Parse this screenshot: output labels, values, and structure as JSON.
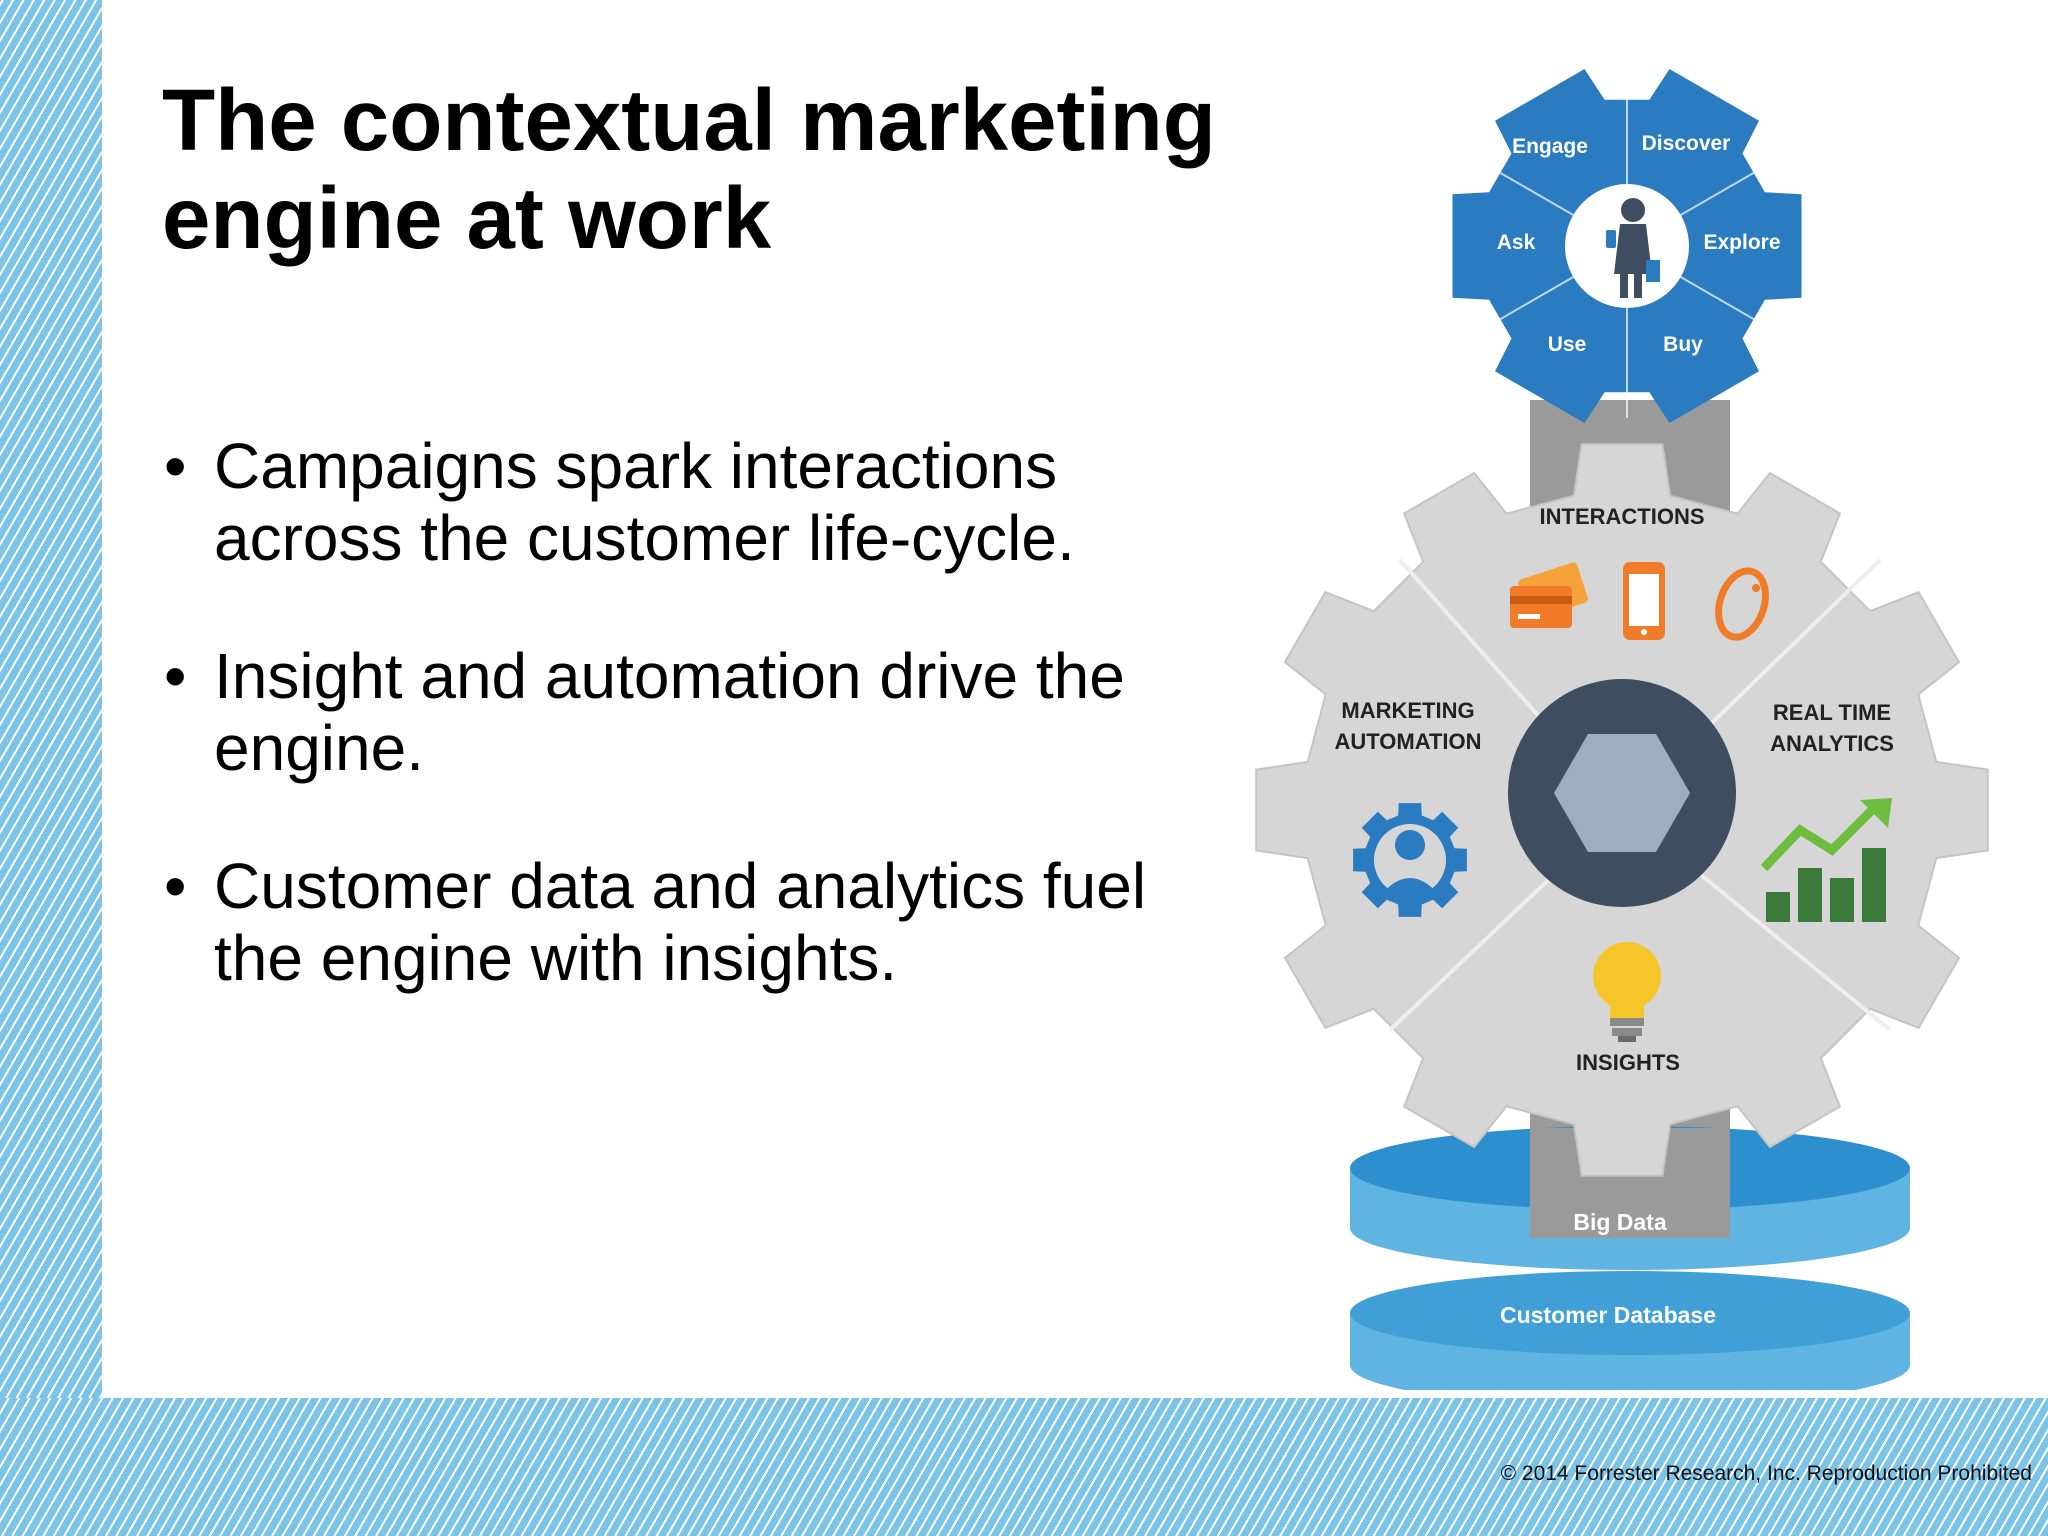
{
  "title": "The contextual marketing engine at work",
  "bullets": [
    "Campaigns spark interactions across the customer life-cycle.",
    "Insight and automation drive the engine.",
    "Customer data and analytics fuel the engine with insights."
  ],
  "bullet_glyph": "•",
  "small_gear": {
    "segments": [
      "Engage",
      "Discover",
      "Ask",
      "Explore",
      "Use",
      "Buy"
    ],
    "color": "#2a7bbf"
  },
  "big_gear": {
    "interactions": "INTERACTIONS",
    "marketing_line1": "MARKETING",
    "marketing_line2": "AUTOMATION",
    "analytics_line1": "REAL TIME",
    "analytics_line2": "ANALYTICS",
    "insights": "INSIGHTS",
    "color": "#d6d6d6"
  },
  "database": {
    "top": "Big Data",
    "bottom": "Customer Database",
    "color": "#5fb4e2"
  },
  "copyright": "© 2014 Forrester Research, Inc. Reproduction Prohibited"
}
